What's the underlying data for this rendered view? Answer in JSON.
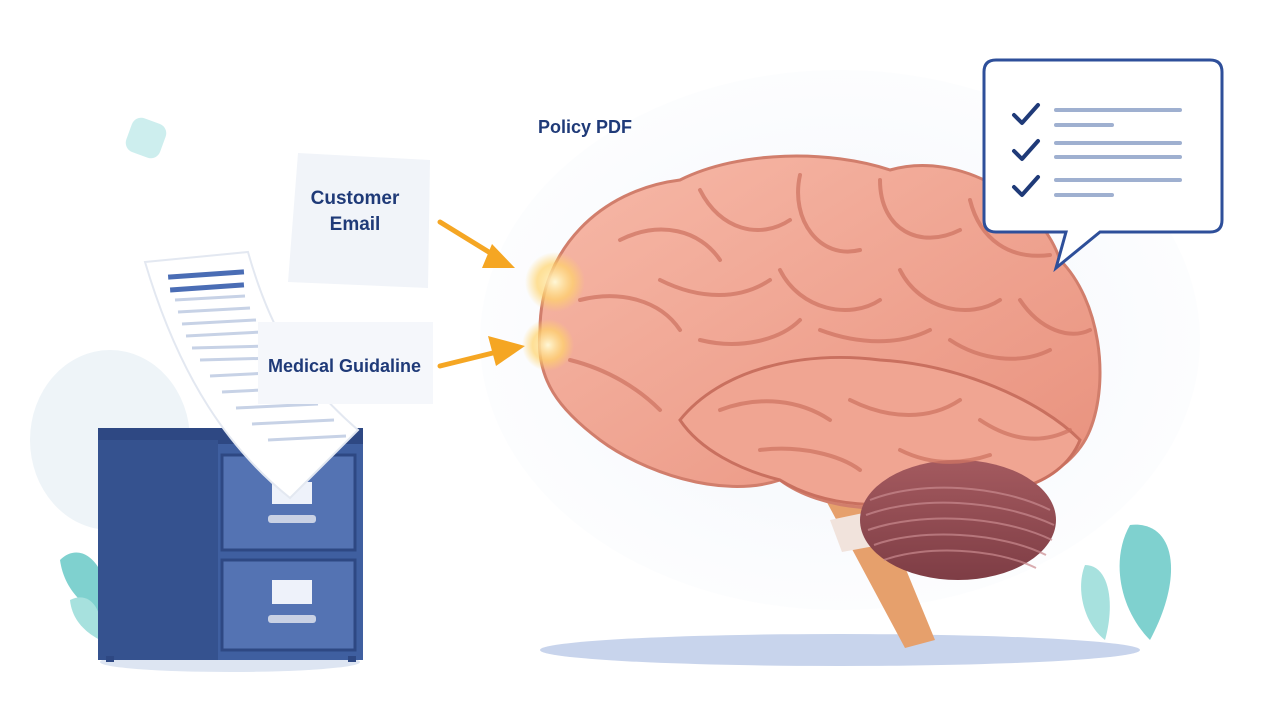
{
  "labels": {
    "policy_pdf": "Policy PDF",
    "customer_email": "Customer Email",
    "medical_guideline": "Medical Guidaline"
  },
  "colors": {
    "cabinet": "#3f5fa0",
    "cabinet_dark": "#2e4883",
    "brain": "#f2a896",
    "brain_dark": "#d9826f",
    "arrow": "#f5a623",
    "text": "#1f3a78",
    "leaf": "#7fd1cf",
    "checkmark": "#1f3a78"
  },
  "icons": {
    "checklist": "checklist-bubble-icon",
    "cabinet": "filing-cabinet-icon",
    "brain": "brain-icon"
  }
}
